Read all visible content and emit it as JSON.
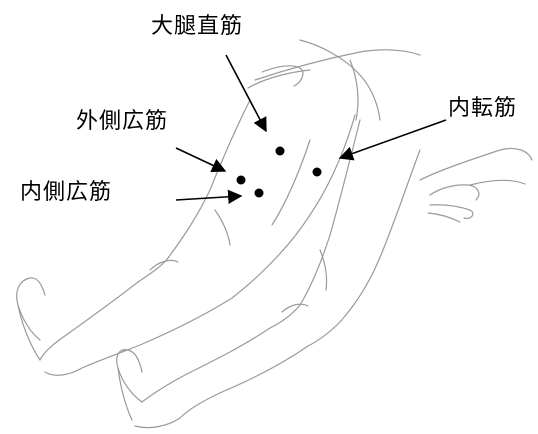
{
  "labels": {
    "rectus_femoris": "大腿直筋",
    "vastus_lateralis": "外側広筋",
    "vastus_medialis": "内側広筋",
    "adductor": "内転筋"
  },
  "colors": {
    "line": "#9a9a9a",
    "dot": "#000000",
    "arrow": "#000000"
  }
}
